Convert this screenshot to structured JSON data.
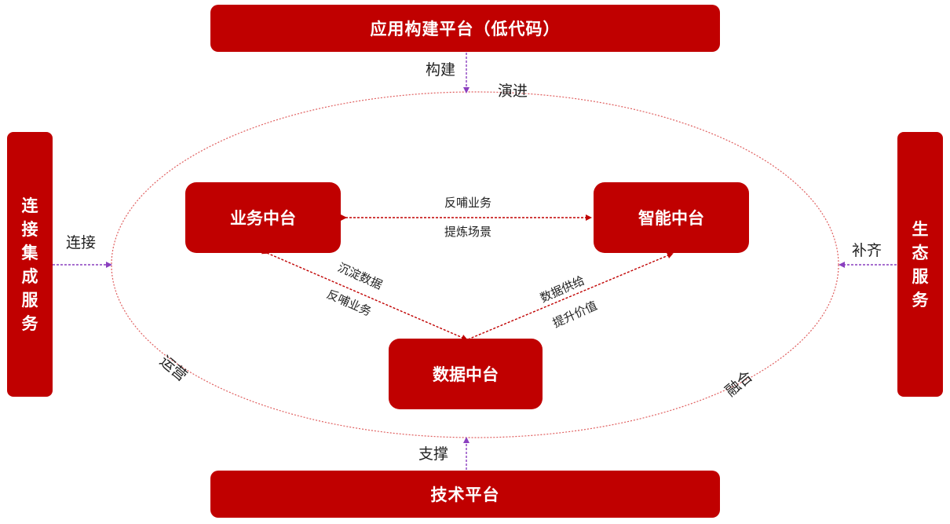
{
  "platforms": {
    "top": "应用构建平台（低代码）",
    "bottom": "技术平台",
    "left": [
      "连",
      "接",
      "集",
      "成",
      "服",
      "务"
    ],
    "right": [
      "生",
      "态",
      "服",
      "务"
    ]
  },
  "centers": {
    "business": "业务中台",
    "intelligence": "智能中台",
    "data": "数据中台"
  },
  "relations": {
    "build": "构建",
    "evolve": "演进",
    "connect": "连接",
    "supplement": "补齐",
    "support": "支撑",
    "operate": "运营",
    "fuse": "融合",
    "biz_intel_top": "反哺业务",
    "biz_intel_bottom": "提炼场景",
    "biz_data_a": "沉淀数据",
    "biz_data_b": "反哺业务",
    "data_intel_a": "数据供给",
    "data_intel_b": "提升价值"
  },
  "colors": {
    "box_fill": "#c00000",
    "box_text": "#ffffff",
    "ellipse_stroke": "#e06060",
    "relation_arrow": "#c00000",
    "connector_arrow": "#8a3fbf",
    "label_text": "#222222"
  }
}
